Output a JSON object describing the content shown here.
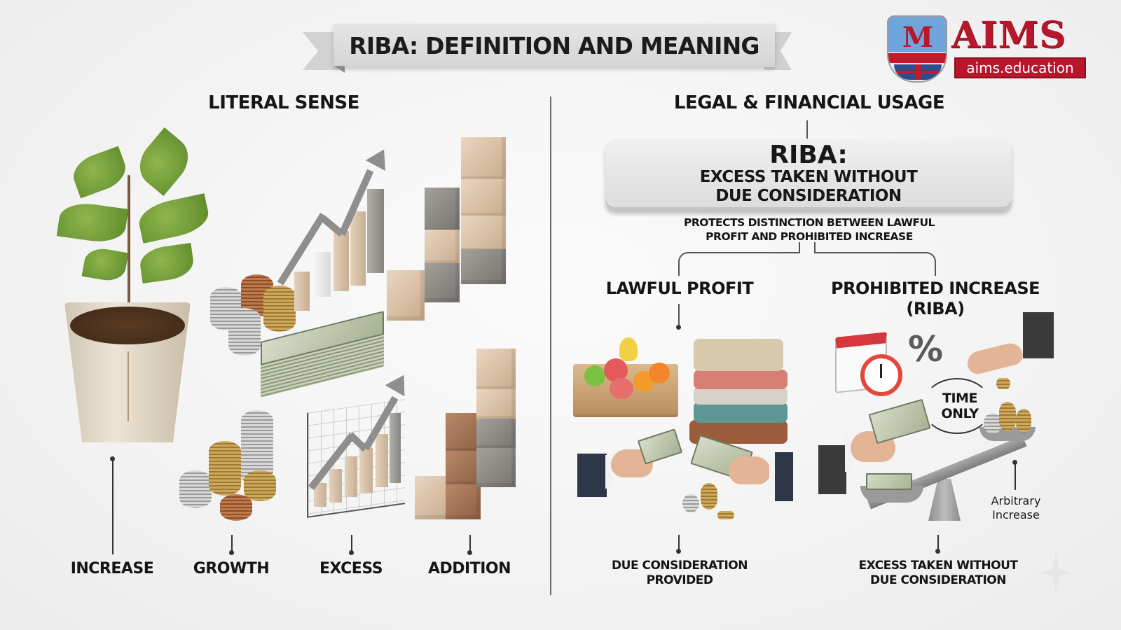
{
  "header": {
    "title": "RIBA: DEFINITION AND MEANING",
    "logo": {
      "brand": "AIMS",
      "domain": "aims.education",
      "monogram": "M",
      "brand_color": "#b8162a"
    }
  },
  "left_section": {
    "heading": "LITERAL SENSE",
    "labels": [
      {
        "text": "INCREASE",
        "icon": "potted-sapling-icon"
      },
      {
        "text": "GROWTH",
        "icon": "coin-stacks-icon"
      },
      {
        "text": "EXCESS",
        "icon": "rising-chart-icon"
      },
      {
        "text": "ADDITION",
        "icon": "stacked-blocks-icon"
      }
    ]
  },
  "right_section": {
    "heading": "LEGAL & FINANCIAL USAGE",
    "definition": {
      "term": "RIBA:",
      "meaning_line1": "EXCESS TAKEN WITHOUT",
      "meaning_line2": "DUE CONSIDERATION"
    },
    "note_line1": "PROTECTS DISTINCTION BETWEEN LAWFUL",
    "note_line2": "PROFIT AND PROHIBITED INCREASE",
    "branches": [
      {
        "title": "LAWFUL PROFIT",
        "caption_line1": "DUE CONSIDERATION",
        "caption_line2": "PROVIDED",
        "illustration": "goods-exchange-icon"
      },
      {
        "title_line1": "PROHIBITED INCREASE",
        "title_line2": "(RIBA)",
        "caption_line1": "EXCESS TAKEN WITHOUT",
        "caption_line2": "DUE CONSIDERATION",
        "illustration": "scale-time-interest-icon",
        "callouts": {
          "percent": "%",
          "time_line1": "TIME",
          "time_line2": "ONLY",
          "arbitrary_line1": "Arbitrary",
          "arbitrary_line2": "Increase"
        }
      }
    ]
  },
  "colors": {
    "background": "#f4f4f4",
    "text": "#151515",
    "ribbon": "#dcdcdc",
    "clock_red": "#e2493b",
    "calendar_red": "#d6373a"
  }
}
